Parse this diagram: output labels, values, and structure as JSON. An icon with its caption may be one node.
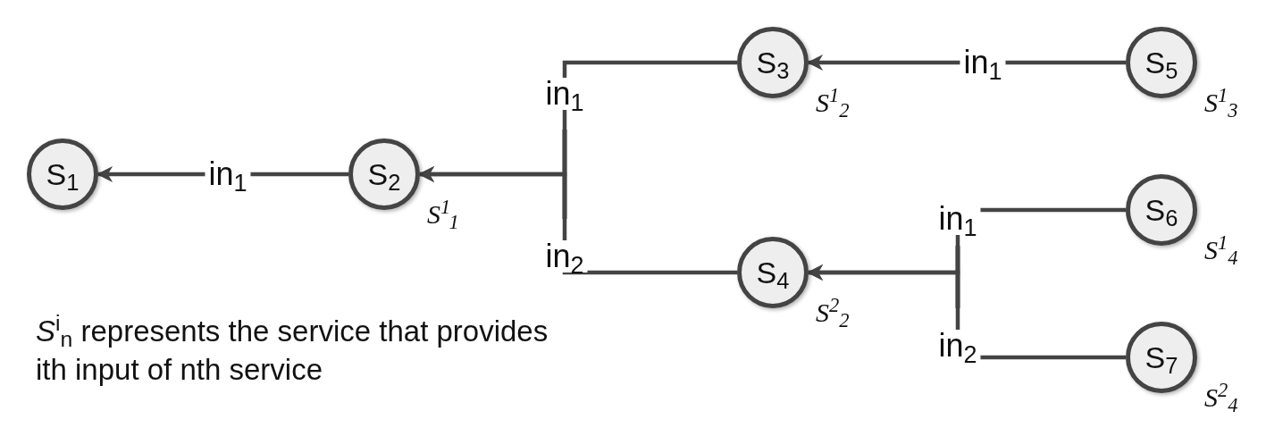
{
  "diagram": {
    "nodes": [
      {
        "text": [
          "S$_{1}$"
        ]
      },
      {
        "text": [
          "S$_{2}$"
        ],
        "beside": [
          "S$^{1}$$_{1}$"
        ]
      },
      {
        "text": [
          "S$_{3}$"
        ],
        "beside": [
          "S$^{1}$$_{2}$"
        ]
      },
      {
        "text": [
          "S$_{4}$"
        ],
        "beside": [
          "S$^{2}$$_{2}$"
        ]
      },
      {
        "text": [
          "S$_{5}$"
        ],
        "beside": [
          "S$^{1}$$_{3}$"
        ]
      },
      {
        "text": [
          "S$_{6}$"
        ],
        "beside": [
          "S$^{1}$$_{4}$"
        ]
      },
      {
        "text": [
          "S$_{7}$"
        ],
        "beside": [
          "S$^{2}$$_{4}$"
        ]
      }
    ],
    "edges": [
      {
        "from": 1,
        "to": 0,
        "arrow": "to",
        "label": "in$_{1}$"
      },
      {
        "from": 2,
        "to": 1,
        "arrow": "to",
        "label": "in$_{1}$"
      },
      {
        "from": 3,
        "to": 1,
        "arrow": "to",
        "label": "in$_{2}$"
      },
      {
        "from": 4,
        "to": 2,
        "arrow": "to",
        "label": "in$_{1}$"
      },
      {
        "from": 5,
        "to": 3,
        "arrow": "to",
        "label": "in$_{1}$"
      },
      {
        "from": 6,
        "to": 3,
        "arrow": "to",
        "label": "in$_{2}$"
      }
    ],
    "labels": [
      "*S*$^{i}$$_{n}$ represents the service that provides ith input of nth service"
    ]
  }
}
